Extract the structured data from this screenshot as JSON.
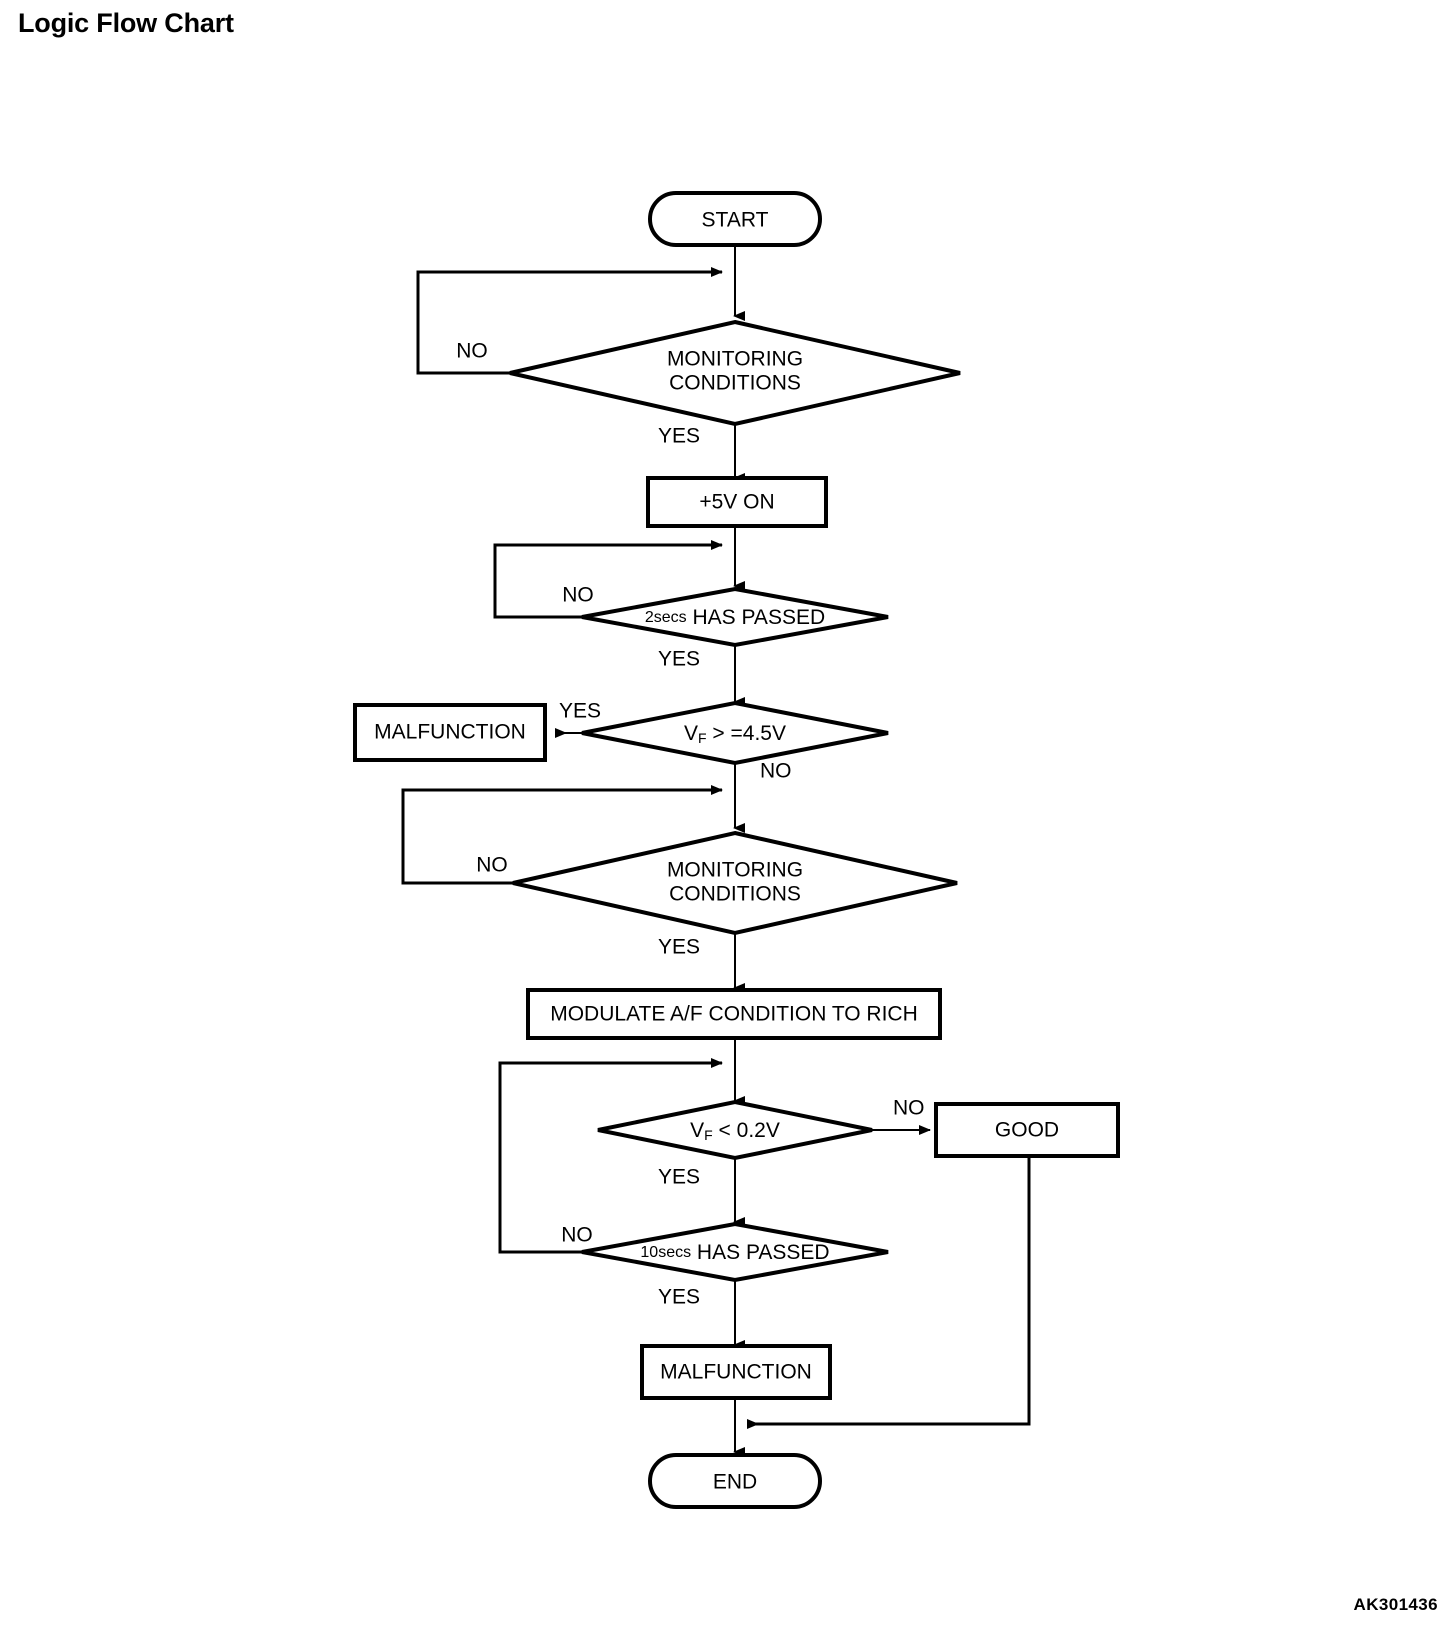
{
  "page": {
    "title": "Logic Flow Chart",
    "reference_code": "AK301436",
    "background_color": "#ffffff",
    "line_color": "#000000"
  },
  "chart_data": {
    "type": "diagram",
    "diagram_kind": "flowchart",
    "title": "Logic Flow Chart",
    "nodes": [
      {
        "id": "start",
        "shape": "terminator",
        "label": "START"
      },
      {
        "id": "mon1",
        "shape": "decision",
        "label": "MONITORING CONDITIONS",
        "line1": "MONITORING",
        "line2": "CONDITIONS"
      },
      {
        "id": "v5on",
        "shape": "process",
        "label": "+5V ON"
      },
      {
        "id": "sec2",
        "shape": "decision",
        "label": "2secs HAS PASSED",
        "prefix": "2secs",
        "suffix": " HAS PASSED"
      },
      {
        "id": "vf45",
        "shape": "decision",
        "label": "VF > =4.5V",
        "base": "V",
        "sub": "F",
        "rest": " > =4.5V"
      },
      {
        "id": "malfunction1",
        "shape": "process",
        "label": "MALFUNCTION"
      },
      {
        "id": "mon2",
        "shape": "decision",
        "label": "MONITORING CONDITIONS",
        "line1": "MONITORING",
        "line2": "CONDITIONS"
      },
      {
        "id": "modulate",
        "shape": "process",
        "label": "MODULATE A/F CONDITION TO RICH"
      },
      {
        "id": "vf02",
        "shape": "decision",
        "label": "VF < 0.2V",
        "base": "V",
        "sub": "F",
        "rest": " < 0.2V"
      },
      {
        "id": "good",
        "shape": "process",
        "label": "GOOD"
      },
      {
        "id": "sec10",
        "shape": "decision",
        "label": "10secs HAS PASSED",
        "prefix": "10secs",
        "suffix": " HAS PASSED"
      },
      {
        "id": "malfunction2",
        "shape": "process",
        "label": "MALFUNCTION"
      },
      {
        "id": "end",
        "shape": "terminator",
        "label": "END"
      }
    ],
    "edges": [
      {
        "from": "start",
        "to": "mon1",
        "label": ""
      },
      {
        "from": "mon1",
        "to": "mon1",
        "label": "NO"
      },
      {
        "from": "mon1",
        "to": "v5on",
        "label": "YES"
      },
      {
        "from": "v5on",
        "to": "sec2",
        "label": ""
      },
      {
        "from": "sec2",
        "to": "sec2",
        "label": "NO"
      },
      {
        "from": "sec2",
        "to": "vf45",
        "label": "YES"
      },
      {
        "from": "vf45",
        "to": "malfunction1",
        "label": "YES"
      },
      {
        "from": "vf45",
        "to": "mon2",
        "label": "NO"
      },
      {
        "from": "mon2",
        "to": "mon2",
        "label": "NO"
      },
      {
        "from": "mon2",
        "to": "modulate",
        "label": "YES"
      },
      {
        "from": "modulate",
        "to": "vf02",
        "label": ""
      },
      {
        "from": "vf02",
        "to": "good",
        "label": "NO"
      },
      {
        "from": "vf02",
        "to": "sec10",
        "label": "YES"
      },
      {
        "from": "sec10",
        "to": "vf02",
        "label": "NO"
      },
      {
        "from": "sec10",
        "to": "malfunction2",
        "label": "YES"
      },
      {
        "from": "malfunction2",
        "to": "end",
        "label": ""
      },
      {
        "from": "good",
        "to": "end",
        "label": ""
      }
    ],
    "edge_labels": [
      "NO",
      "YES",
      "YES",
      "NO",
      "YES",
      "NO",
      "NO",
      "YES",
      "NO",
      "YES",
      "YES"
    ]
  },
  "labels": {
    "start": "START",
    "end": "END",
    "monitoring_line1": "MONITORING",
    "monitoring_line2": "CONDITIONS",
    "v5_on": "+5V ON",
    "secs2_prefix": "2secs",
    "secs2_suffix": " HAS PASSED",
    "secs10_prefix": "10secs",
    "secs10_suffix": " HAS PASSED",
    "vf_base": "V",
    "vf_sub": "F",
    "vf45_rest": " > =4.5V",
    "vf02_rest": " < 0.2V",
    "malfunction": "MALFUNCTION",
    "modulate": "MODULATE A/F CONDITION TO RICH",
    "good": "GOOD",
    "yes": "YES",
    "no": "NO"
  }
}
